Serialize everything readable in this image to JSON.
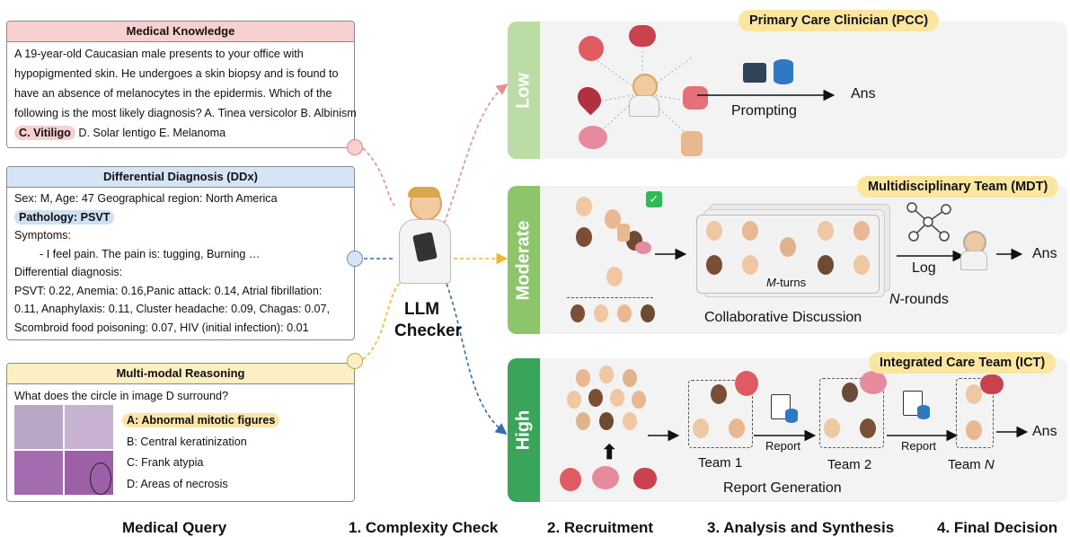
{
  "cards": {
    "knowledge": {
      "title": "Medical Knowledge",
      "lines": [
        "A 19-year-old Caucasian male presents to your office with",
        "hypopigmented skin. He undergoes a skin biopsy and is found to",
        "have an absence of melanocytes in the epidermis. Which of the",
        "following is the most likely diagnosis? A. Tinea versicolor B. Albinism"
      ],
      "answer": "C. Vitiligo",
      "answer_rest": " D. Solar lentigo E. Melanoma"
    },
    "ddx": {
      "title": "Differential Diagnosis (DDx)",
      "line1": "Sex: M, Age: 47 Geographical region: North America",
      "pathology": "Pathology: PSVT",
      "symptoms_label": "Symptoms:",
      "symptom": "- I feel pain. The pain is: tugging, Burning …",
      "diff_label": "Differential diagnosis:",
      "diff_lines": [
        "PSVT: 0.22, Anemia: 0.16,Panic attack: 0.14, Atrial fibrillation:",
        "0.11, Anaphylaxis: 0.11, Cluster headache: 0.09, Chagas: 0.07,",
        "Scombroid food poisoning: 0.07, HIV (initial infection): 0.01"
      ]
    },
    "multimodal": {
      "title": "Multi-modal Reasoning",
      "question": "What does the circle in image D surround?",
      "answer": "A: Abnormal mitotic figures",
      "options": [
        "B: Central keratinization",
        "C: Frank atypia",
        "D: Areas of necrosis"
      ]
    }
  },
  "checker": {
    "line1": "LLM",
    "line2": "Checker"
  },
  "panels": {
    "low": {
      "tab": "Low",
      "badge": "Primary Care Clinician (PCC)",
      "prompting": "Prompting",
      "ans": "Ans"
    },
    "moderate": {
      "tab": "Moderate",
      "badge": "Multidisciplinary Team (MDT)",
      "m_turns_var": "M",
      "m_turns_rest": "-turns",
      "n_rounds_var": "N",
      "n_rounds_rest": "-rounds",
      "log": "Log",
      "collab": "Collaborative Discussion",
      "ans": "Ans"
    },
    "high": {
      "tab": "High",
      "badge": "Integrated Care Team (ICT)",
      "team1": "Team 1",
      "team2": "Team 2",
      "teamn_prefix": "Team ",
      "teamn_var": "N",
      "report1": "Report",
      "report2": "Report",
      "report_gen": "Report Generation",
      "ans": "Ans"
    }
  },
  "bottom_labels": [
    "Medical Query",
    "1. Complexity Check",
    "2. Recruitment",
    "3. Analysis and Synthesis",
    "4. Final Decision"
  ],
  "colors": {
    "red_head": "#f8d0d0",
    "blue_head": "#d6e5f5",
    "yellow_head": "#fcefc4",
    "low_tab": "#bcdca6",
    "moderate_tab": "#8cc56a",
    "high_tab": "#3aa45a",
    "badge": "#fbe6a0",
    "red_line": "#ec8d8d",
    "blue_line": "#2f6fb5",
    "yellow_line": "#f0b92b"
  }
}
